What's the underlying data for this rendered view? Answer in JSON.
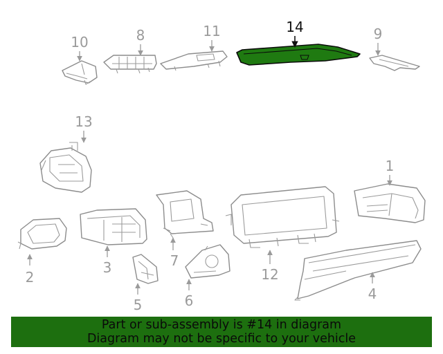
{
  "diagram": {
    "highlight_color": "#1f7a11",
    "callouts": {
      "c1": "1",
      "c2": "2",
      "c3": "3",
      "c4": "4",
      "c5": "5",
      "c6": "6",
      "c7": "7",
      "c8": "8",
      "c9": "9",
      "c10": "10",
      "c11": "11",
      "c12": "12",
      "c13": "13",
      "c14": "14"
    },
    "highlighted_part": "14"
  },
  "banner": {
    "line1": "Part or sub-assembly is #14 in diagram",
    "line2": "Diagram may not be specific to your vehicle",
    "background": "#1d6f0f"
  }
}
